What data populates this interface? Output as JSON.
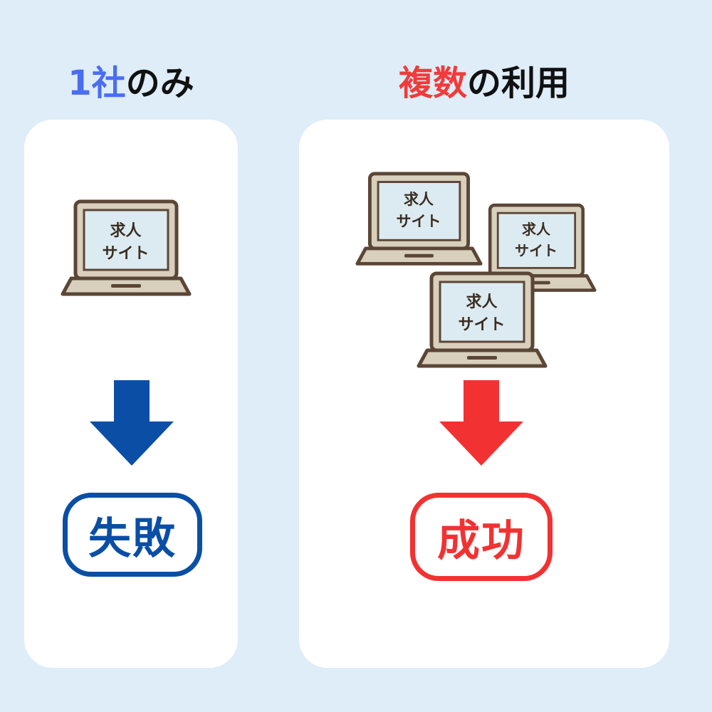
{
  "left": {
    "heading_accent": "1社",
    "heading_rest": "のみ",
    "accent_color": "#4a6df2",
    "laptop": {
      "line1": "求人",
      "line2": "サイト"
    },
    "arrow_icon": "arrow-down-icon",
    "arrow_color": "#0a4ea6",
    "result": "失敗",
    "result_color": "#0a4ea6"
  },
  "right": {
    "heading_accent": "複数",
    "heading_rest": "の利用",
    "accent_color": "#f23a3a",
    "laptops": [
      {
        "line1": "求人",
        "line2": "サイト"
      },
      {
        "line1": "求人",
        "line2": "サイト"
      },
      {
        "line1": "求人",
        "line2": "サイト"
      }
    ],
    "arrow_icon": "arrow-down-icon",
    "arrow_color": "#f23232",
    "result": "成功",
    "result_color": "#f23232"
  },
  "laptop_colors": {
    "outline": "#5b4636",
    "body": "#d8cfbd",
    "screen": "#dcebf2"
  }
}
